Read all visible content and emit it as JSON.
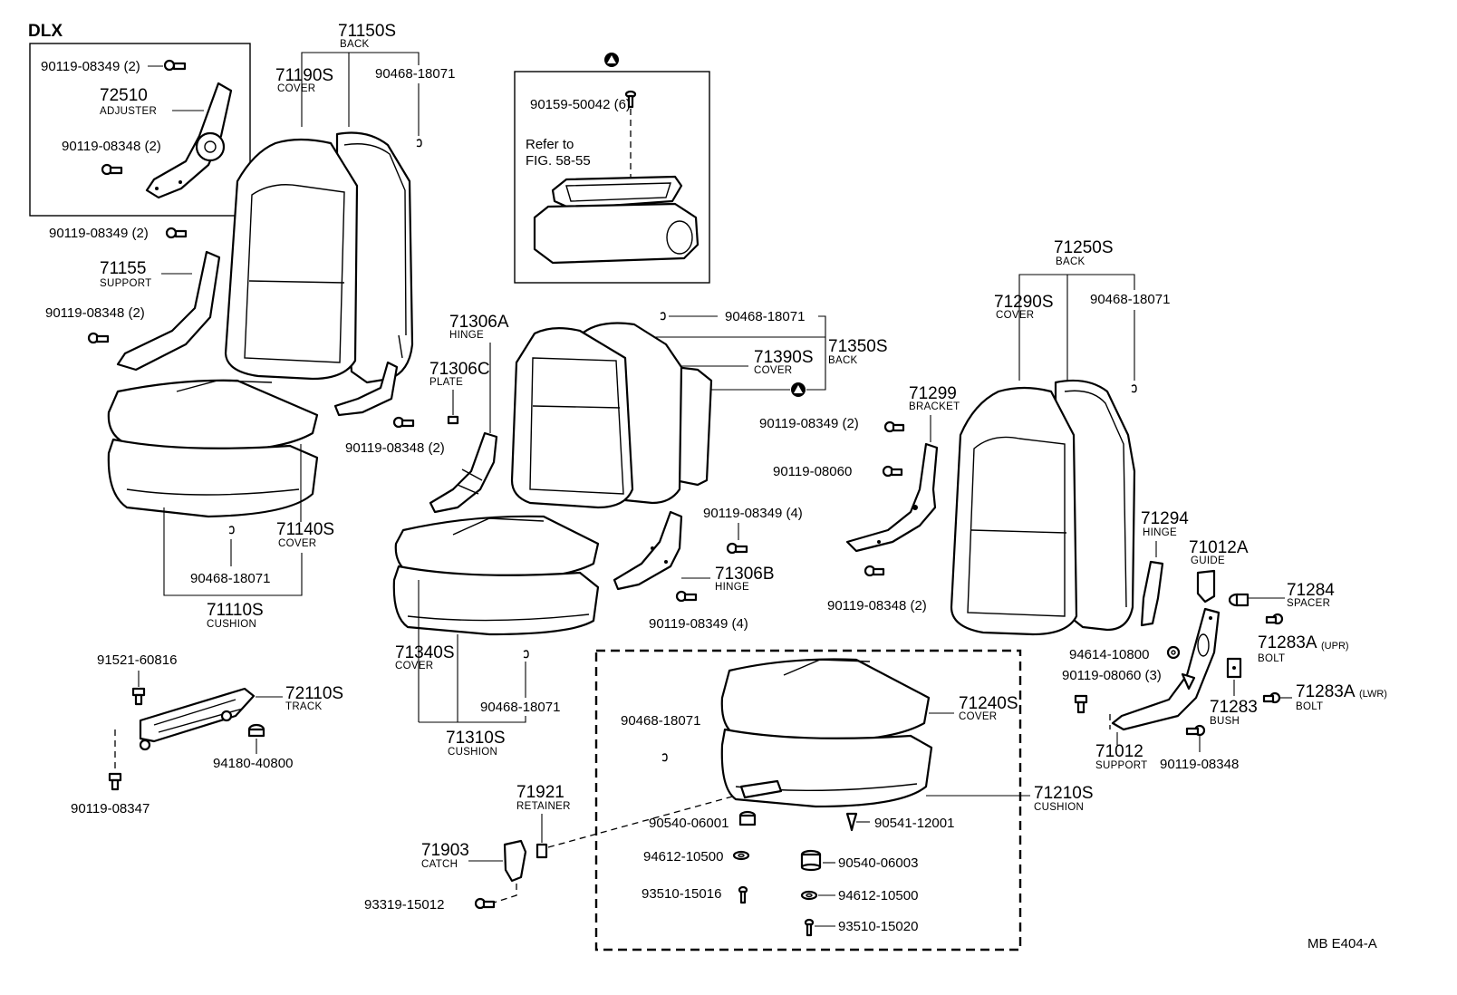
{
  "header": {
    "variant_label": "DLX"
  },
  "labels": {
    "back_left": {
      "num": "71150S",
      "cap": "BACK"
    },
    "cover_left": {
      "num": "71190S",
      "cap": "COVER"
    },
    "clip_left_top": "90468-18071",
    "dlx_bolt_1": "90119-08349 (2)",
    "adjuster": {
      "num": "72510",
      "cap": "ADJUSTER"
    },
    "dlx_bolt_2": "90119-08348 (2)",
    "bolt_left_1": "90119-08349 (2)",
    "support_left": {
      "num": "71155",
      "cap": "SUPPORT"
    },
    "bolt_left_2": "90119-08348 (2)",
    "bolt_left_3": "90119-08348 (2)",
    "cushion_cover_left": {
      "num": "71140S",
      "cap": "COVER"
    },
    "clip_left_bottom": "90468-18071",
    "cushion_left": {
      "num": "71110S",
      "cap": "CUSHION"
    },
    "armrest_screw": "90159-50042 (6)",
    "refer_line1": "Refer to",
    "refer_line2": "FIG. 58-55",
    "hinge_a": {
      "num": "71306A",
      "cap": "HINGE"
    },
    "plate_c": {
      "num": "71306C",
      "cap": "PLATE"
    },
    "clip_center_top": "90468-18071",
    "back_center": {
      "num": "71350S",
      "cap": "BACK"
    },
    "cover_center": {
      "num": "71390S",
      "cap": "COVER"
    },
    "bolt_center_1": "90119-08349 (4)",
    "hinge_b": {
      "num": "71306B",
      "cap": "HINGE"
    },
    "bolt_center_2": "90119-08349 (4)",
    "cushion_cover_center": {
      "num": "71340S",
      "cap": "COVER"
    },
    "clip_center_bottom": "90468-18071",
    "cushion_center": {
      "num": "71310S",
      "cap": "CUSHION"
    },
    "track_bolt": "91521-60816",
    "track": {
      "num": "72110S",
      "cap": "TRACK"
    },
    "track_bush": "94180-40800",
    "track_bolt_lower": "90119-08347",
    "retainer": {
      "num": "71921",
      "cap": "RETAINER"
    },
    "catch": {
      "num": "71903",
      "cap": "CATCH"
    },
    "catch_screw": "93319-15012",
    "clip_box": "90468-18071",
    "cushion_cover_right": {
      "num": "71240S",
      "cap": "COVER"
    },
    "cushion_right": {
      "num": "71210S",
      "cap": "CUSHION"
    },
    "box_p1": "90540-06001",
    "box_p2": "90541-12001",
    "box_p3": "94612-10500",
    "box_p4": "90540-06003",
    "box_p5": "93510-15016",
    "box_p6": "94612-10500",
    "box_p7": "93510-15020",
    "back_right": {
      "num": "71250S",
      "cap": "BACK"
    },
    "cover_right": {
      "num": "71290S",
      "cap": "COVER"
    },
    "clip_right": "90468-18071",
    "bracket": {
      "num": "71299",
      "cap": "BRACKET"
    },
    "bolt_right_1": "90119-08349 (2)",
    "bolt_right_2": "90119-08060",
    "bolt_right_3": "90119-08348 (2)",
    "hinge_right": {
      "num": "71294",
      "cap": "HINGE"
    },
    "guide": {
      "num": "71012A",
      "cap": "GUIDE"
    },
    "spacer": {
      "num": "71284",
      "cap": "SPACER"
    },
    "bolt_upr": {
      "num": "71283A",
      "suffix": "(UPR)",
      "cap": "BOLT"
    },
    "washer_right": "94614-10800",
    "bolt_right_4": "90119-08060 (3)",
    "bolt_lwr": {
      "num": "71283A",
      "suffix": "(LWR)",
      "cap": "BOLT"
    },
    "bush": {
      "num": "71283",
      "cap": "BUSH"
    },
    "support_right": {
      "num": "71012",
      "cap": "SUPPORT"
    },
    "bolt_right_5": "90119-08348",
    "footer_code": "MB  E404-A"
  },
  "icons": {
    "reference_marker": "filled-triangle-in-circle",
    "fastener": "bolt-icon",
    "clip": "clip-icon"
  }
}
